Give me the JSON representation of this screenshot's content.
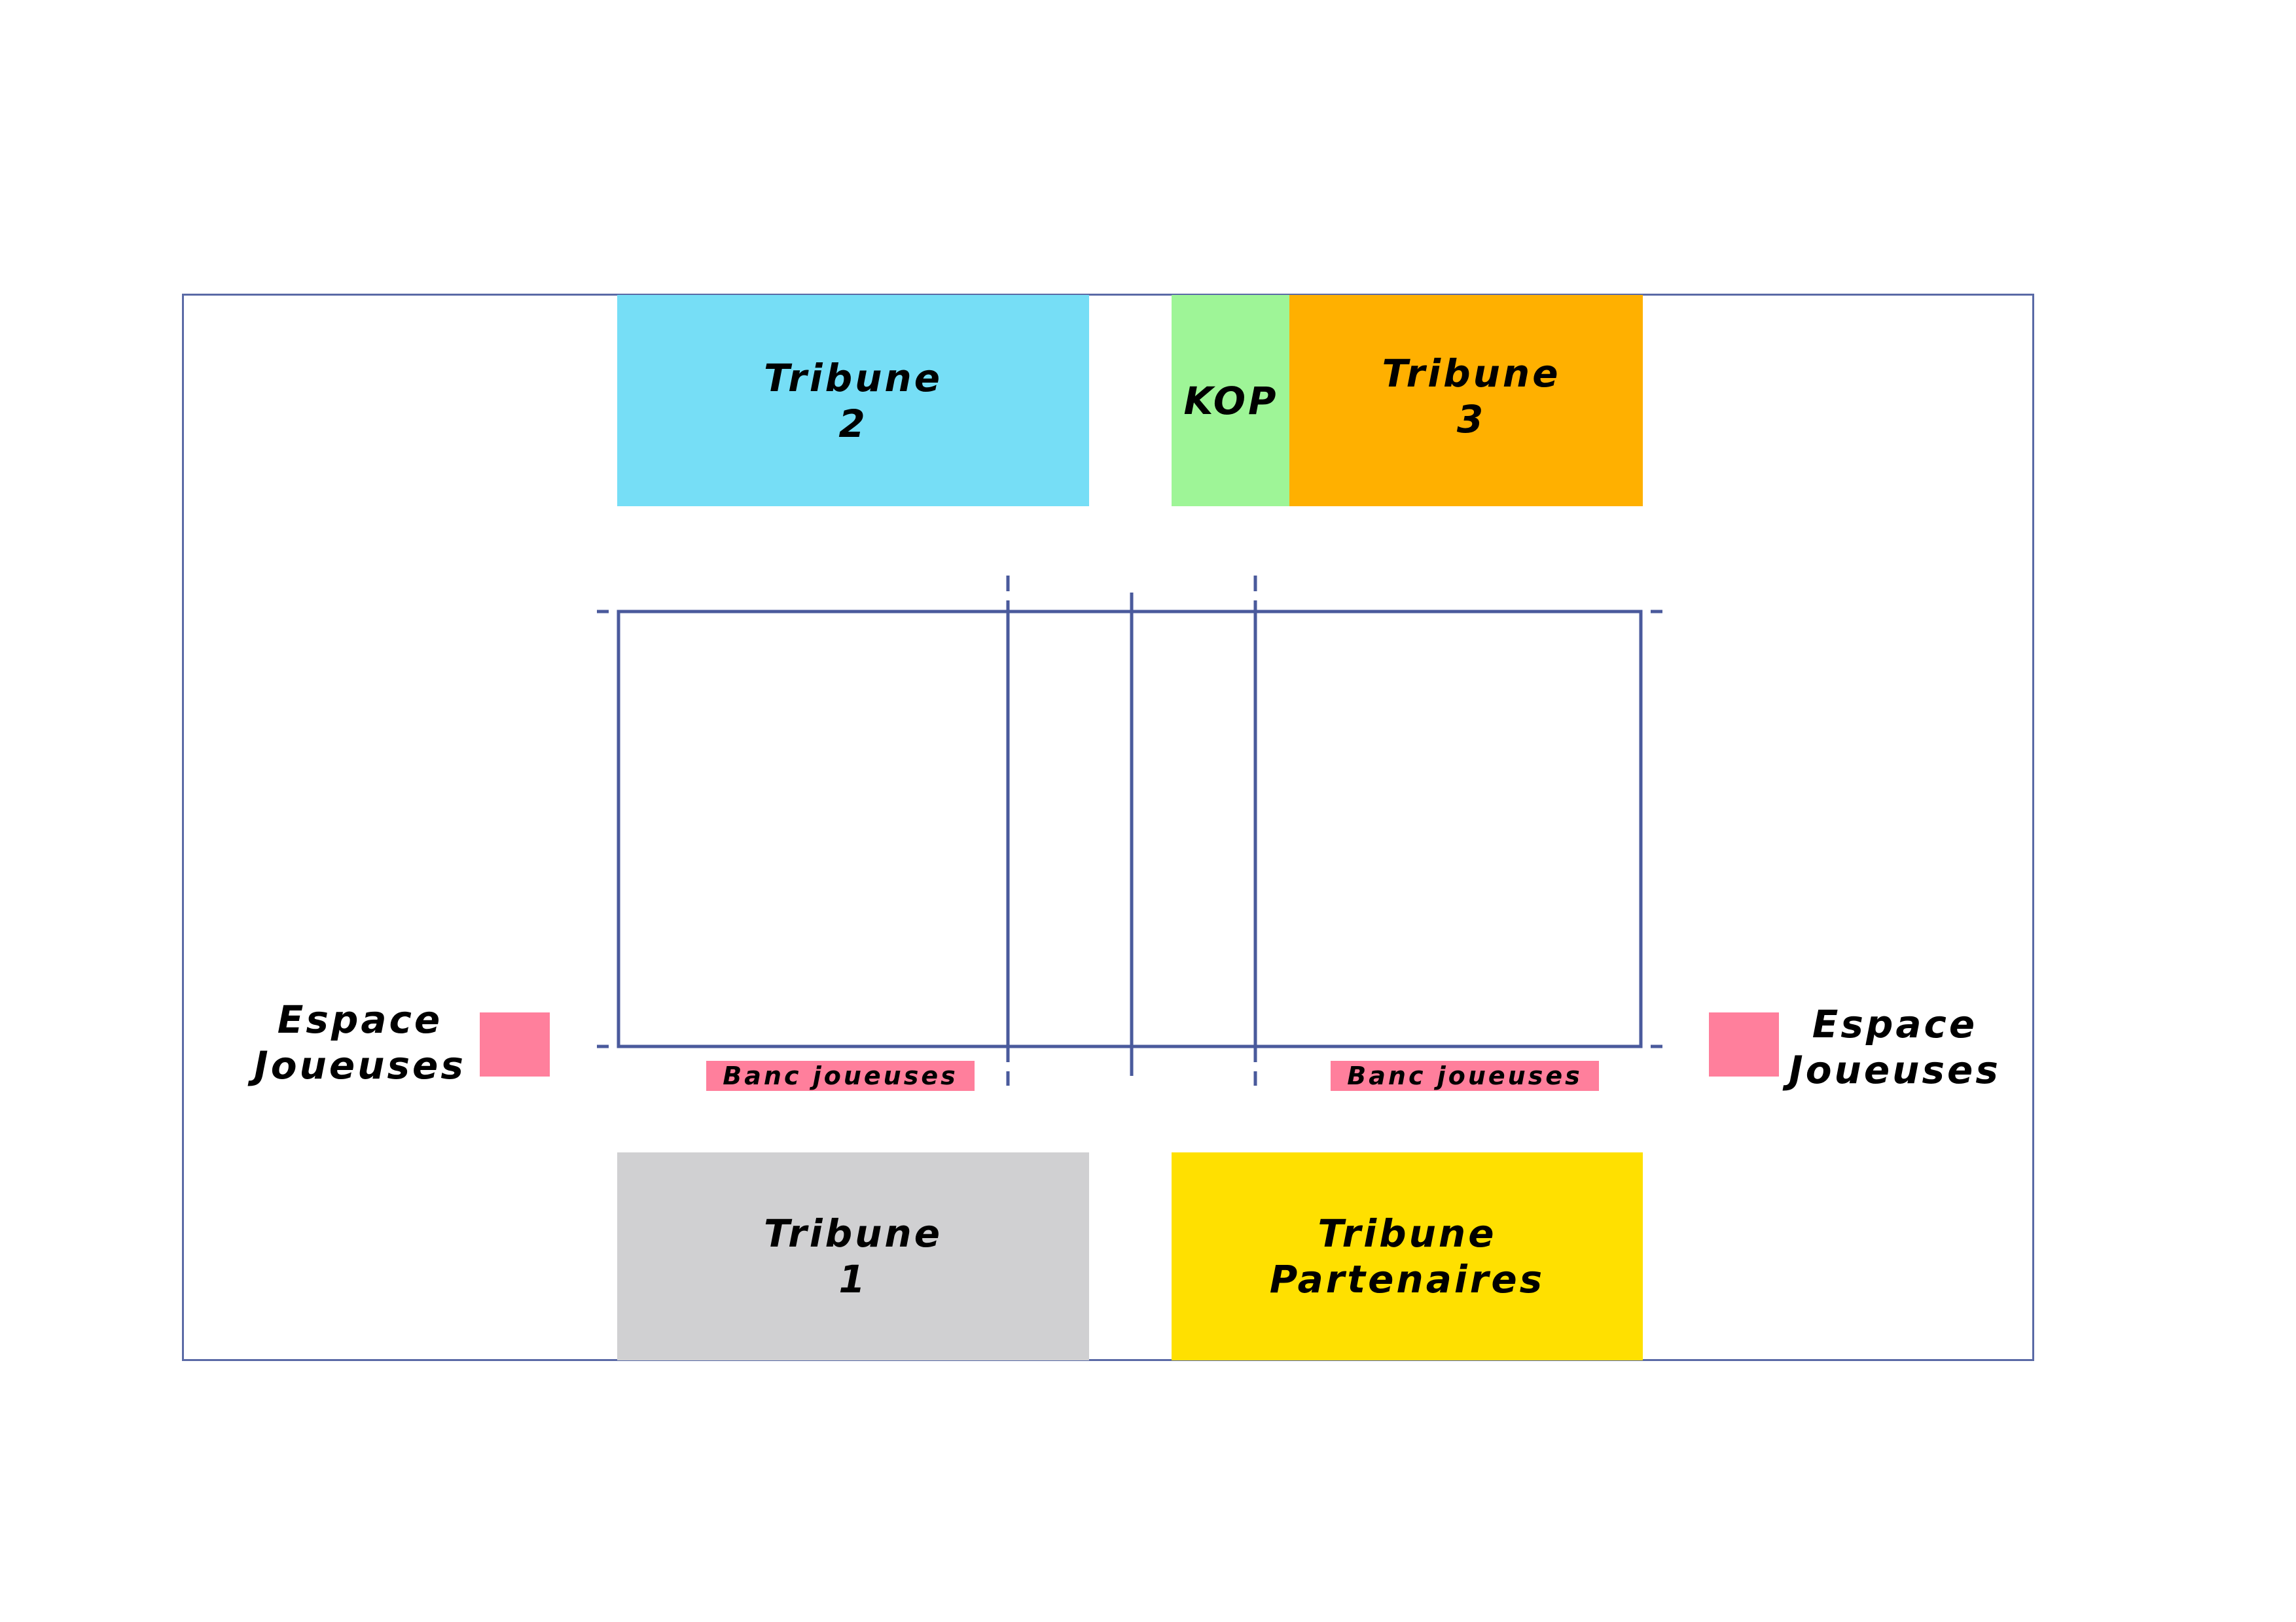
{
  "colors": {
    "frame": "#5a6aa6",
    "court_lines": "#4a5a9c",
    "tribune_2": "#76def6",
    "kop": "#9ef597",
    "tribune_3": "#ffb000",
    "tribune_1": "#d0d0d2",
    "tribune_partenaires": "#ffe000",
    "bench": "#ff7f9c",
    "espace_joueuses_pad": "#ff7f9c"
  },
  "zones": {
    "tribune_2": {
      "label": "Tribune\n2"
    },
    "kop": {
      "label": "KOP"
    },
    "tribune_3": {
      "label": "Tribune\n3"
    },
    "tribune_1": {
      "label": "Tribune\n1"
    },
    "tribune_partenaires": {
      "label": "Tribune\nPartenaires"
    }
  },
  "benches": {
    "left": {
      "label": "Banc joueuses"
    },
    "right": {
      "label": "Banc joueuses"
    }
  },
  "espace_joueuses": {
    "left": {
      "label": "Espace\nJoueuses"
    },
    "right": {
      "label": "Espace\nJoueuses"
    }
  }
}
